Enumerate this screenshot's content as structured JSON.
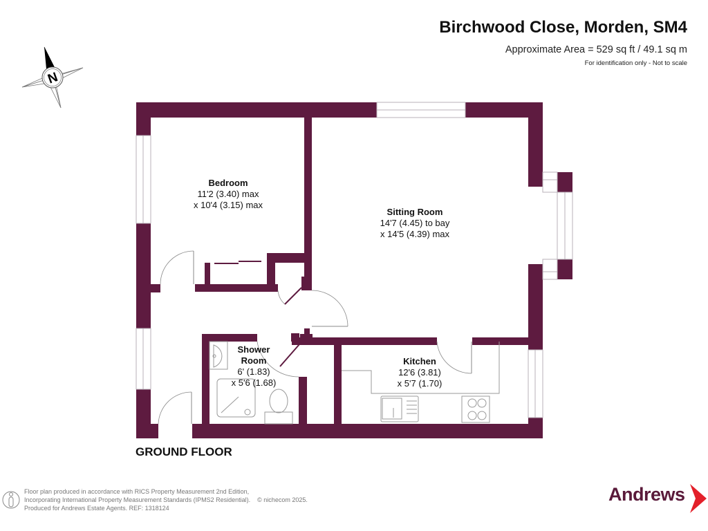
{
  "header": {
    "title": "Birchwood Close, Morden, SM4",
    "area": "Approximate Area = 529 sq ft / 49.1 sq m",
    "note": "For identification only - Not to scale"
  },
  "compass": {
    "label": "N"
  },
  "floor": {
    "label": "GROUND FLOOR"
  },
  "colors": {
    "wall": "#5e1b40",
    "brand": "#5a1a3a",
    "brand_accent": "#e3202a",
    "fixture_line": "#999999"
  },
  "rooms": [
    {
      "name": "Bedroom",
      "dim1": "11'2 (3.40) max",
      "dim2": "x 10'4 (3.15) max"
    },
    {
      "name": "Sitting Room",
      "dim1": "14'7 (4.45) to bay",
      "dim2": "x 14'5 (4.39) max"
    },
    {
      "name": "Shower",
      "name2": "Room",
      "dim1": "6' (1.83)",
      "dim2": "x 5'6 (1.68)"
    },
    {
      "name": "Kitchen",
      "dim1": "12'6 (3.81)",
      "dim2": "x 5'7 (1.70)"
    }
  ],
  "footer": {
    "line1": "Floor plan produced in accordance with RICS Property Measurement 2nd Edition,",
    "line2": "Incorporating International Property Measurement Standards (IPMS2 Residential).",
    "copyright": "© nichecom 2025.",
    "line3": "Produced for Andrews Estate Agents.   REF: 1318124"
  },
  "brand": {
    "name": "Andrews"
  }
}
